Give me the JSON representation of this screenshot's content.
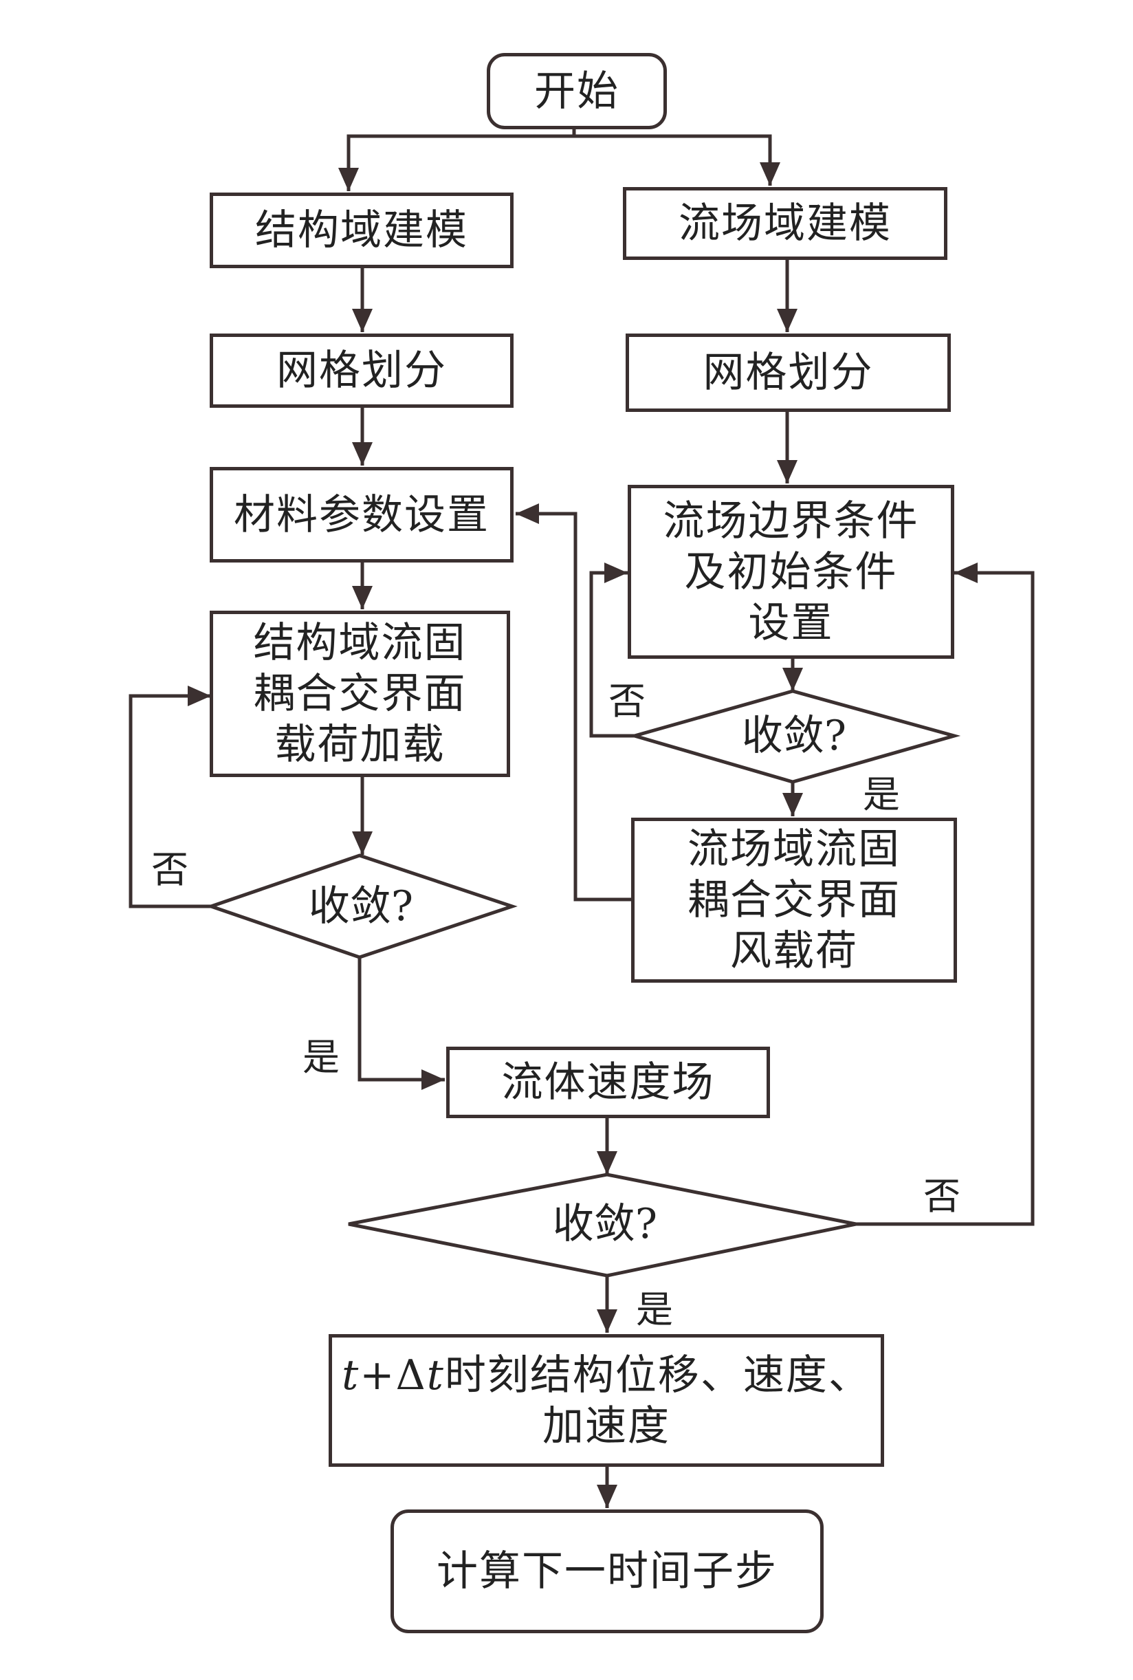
{
  "nodes": {
    "start": "开始",
    "struct_model": "结构域建模",
    "struct_mesh": "网格划分",
    "material": "材料参数设置",
    "struct_load": [
      "结构域流固",
      "耦合交界面",
      "载荷加载"
    ],
    "struct_converge": "收敛?",
    "fluid_model": "流场域建模",
    "fluid_mesh": "网格划分",
    "fluid_bc": [
      "流场边界条件",
      "及初始条件",
      "设置"
    ],
    "fluid_converge": "收敛?",
    "fluid_load": [
      "流场域流固",
      "耦合交界面",
      "风载荷"
    ],
    "velocity": "流体速度场",
    "global_converge": "收敛?",
    "result": {
      "var_t": "t",
      "plus_delta": "+Δ",
      "var_t2": "t",
      "line1_rest": "时刻结构位移、速度、",
      "line2": "加速度"
    },
    "next_step": "计算下一时间子步"
  },
  "labels": {
    "struct_no": "否",
    "struct_yes": "是",
    "fluid_no": "否",
    "fluid_yes": "是",
    "global_no": "否",
    "global_yes": "是"
  }
}
